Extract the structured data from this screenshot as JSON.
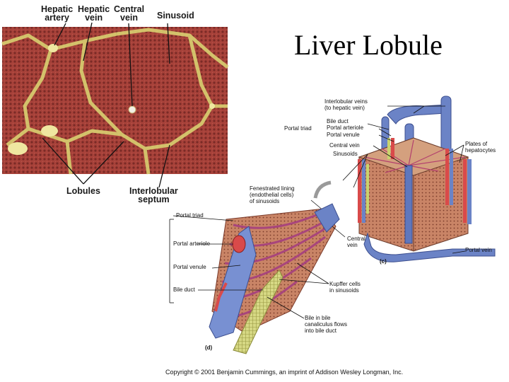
{
  "slide": {
    "title": "Liver Lobule",
    "copyright": "Copyright © 2001 Benjamin Cummings, an imprint of Addison Wesley Longman, Inc."
  },
  "micrograph": {
    "labels": {
      "hepatic_artery": [
        "Hepatic",
        "artery"
      ],
      "hepatic_vein": [
        "Hepatic",
        "vein"
      ],
      "central_vein": [
        "Central",
        "vein"
      ],
      "sinusoid": "Sinusoid",
      "lobules": "Lobules",
      "interlobular_septum": [
        "Interlobular",
        "septum"
      ]
    }
  },
  "diagram_c": {
    "panel": "(c)",
    "labels": {
      "interlobular_veins": [
        "Interlobular veins",
        "(to hepatic vein)"
      ],
      "bile_duct": "Bile duct",
      "portal_arteriole": "Portal arteriole",
      "portal_venule": "Portal venule",
      "portal_triad": "Portal triad",
      "central_vein": "Central vein",
      "sinusoids": "Sinusoids",
      "plates": [
        "Plates of",
        "hepatocytes"
      ],
      "fenestrated": [
        "Fenestrated lining",
        "(endothelial cells)",
        "of sinusoids"
      ],
      "central_vein_2": [
        "Central",
        "vein"
      ],
      "portal_vein": "Portal vein"
    }
  },
  "diagram_d": {
    "panel": "(d)",
    "labels": {
      "portal_triad": "Portal triad",
      "portal_arteriole": "Portal arteriole",
      "portal_venule": "Portal venule",
      "bile_duct": "Bile duct",
      "kupffer": [
        "Kupffer cells",
        "in sinusoids"
      ],
      "bile_flow": [
        "Bile in bile",
        "canaliculus flows",
        "into bile duct"
      ]
    }
  }
}
